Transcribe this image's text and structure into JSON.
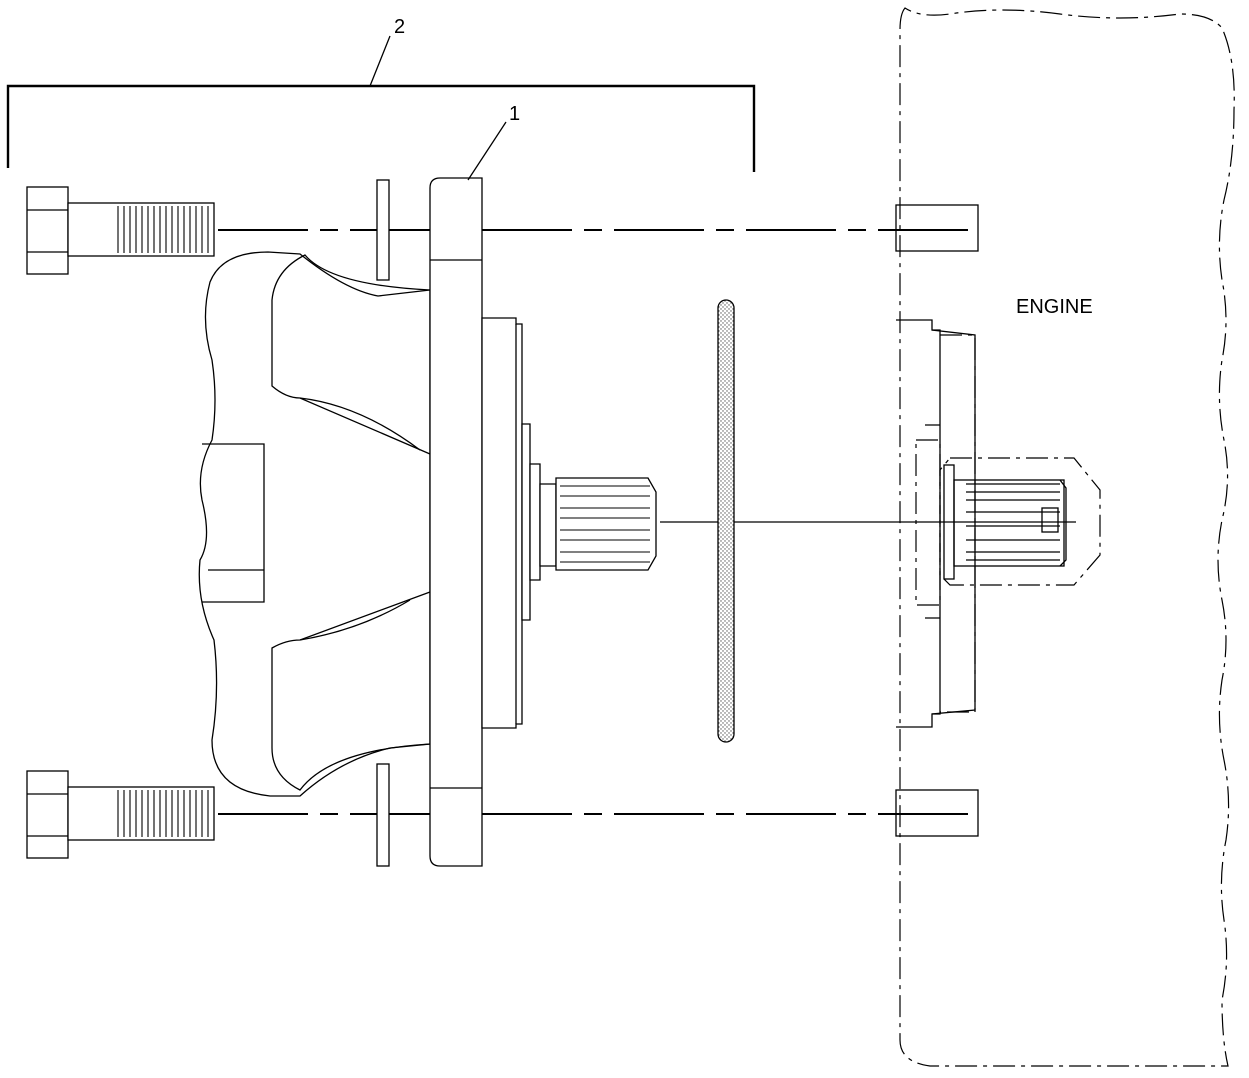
{
  "figure": {
    "labels": {
      "callout_1": "1",
      "callout_2": "2",
      "engine": "ENGINE"
    }
  },
  "colors": {
    "line": "#000000",
    "background": "#ffffff",
    "gasket_fill": "#dcdcdc"
  }
}
